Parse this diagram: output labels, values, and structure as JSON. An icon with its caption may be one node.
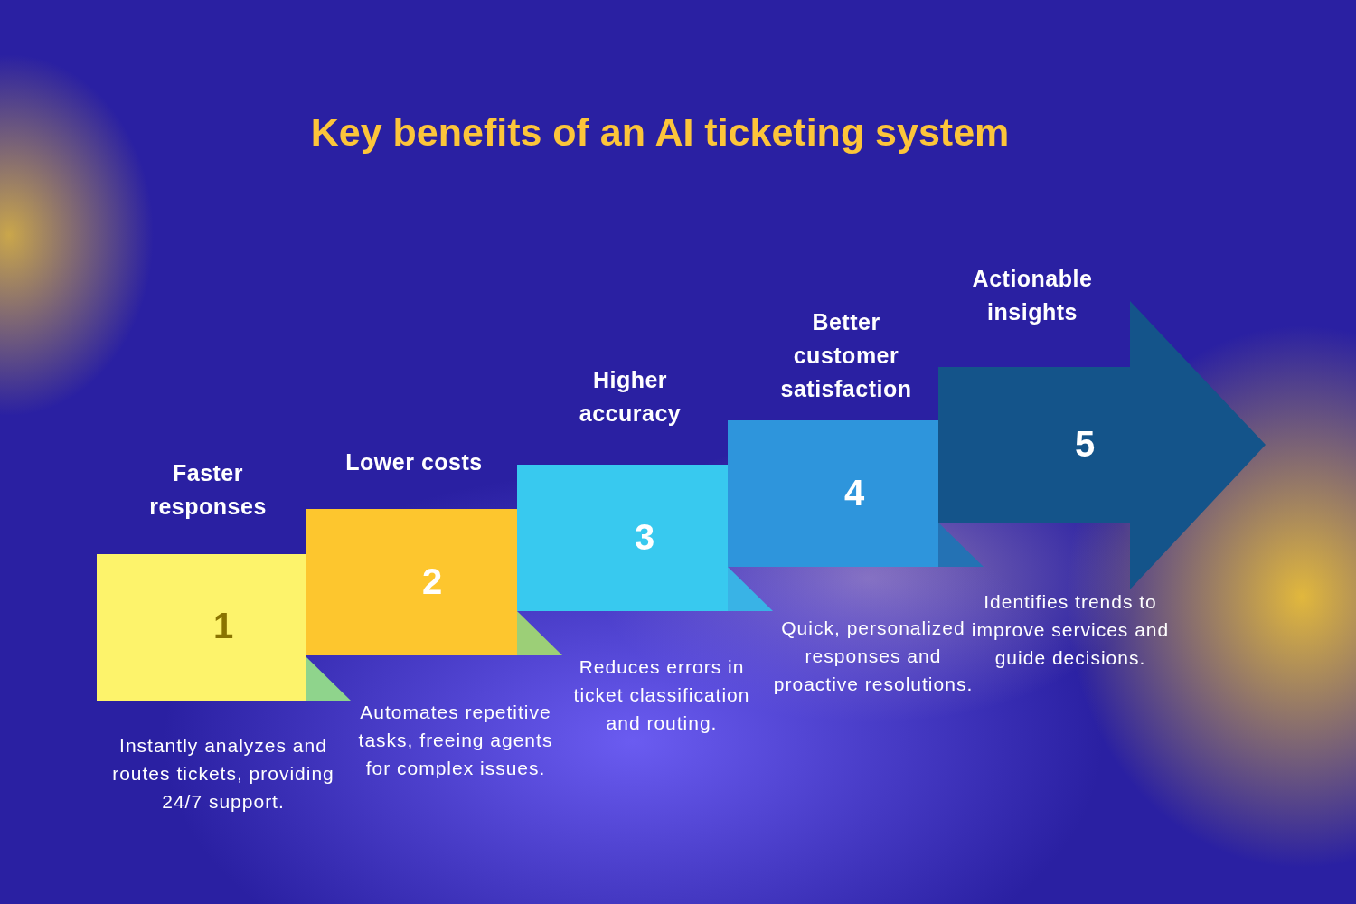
{
  "diagram": {
    "title": "Key benefits of an AI ticketing system",
    "nodes": [
      {
        "text": [
          "Faster responses",
          "1"
        ]
      },
      {
        "text": [
          "Lower costs",
          "2"
        ]
      },
      {
        "text": [
          "Higher accuracy",
          "3"
        ]
      },
      {
        "text": [
          "Better customer satisfaction",
          "4"
        ]
      },
      {
        "text": [
          "Actionable insights",
          "5"
        ]
      }
    ],
    "edges": [],
    "labels": [
      "Instantly analyzes and routes tickets, providing 24/7 support.",
      "Automates repetitive tasks, freeing agents for complex issues.",
      "Reduces errors in ticket classification and routing.",
      "Quick, personalized responses and proactive resolutions.",
      "Identifies trends to improve services and guide decisions."
    ]
  }
}
